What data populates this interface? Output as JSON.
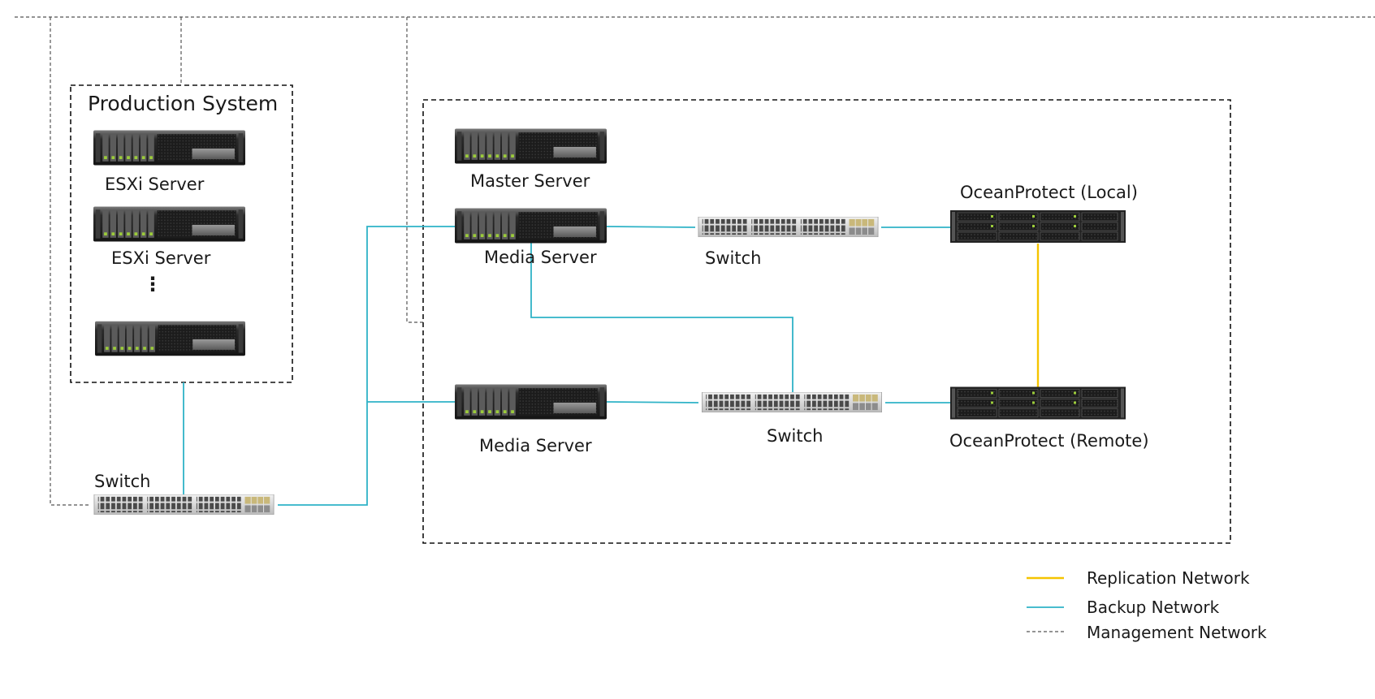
{
  "diagram": {
    "production_group": {
      "title": "Production System",
      "servers": [
        {
          "label": "ESXi Server"
        },
        {
          "label": "ESXi Server"
        },
        {
          "label": ""
        }
      ],
      "ellipsis": "⋮"
    },
    "backup_group": {
      "master_server": "Master  Server",
      "media_server_top": "Media Server",
      "media_server_bottom": "Media Server",
      "switch_top": "Switch",
      "switch_bottom": "Switch",
      "storage_local": "OceanProtect (Local)",
      "storage_remote": "OceanProtect (Remote)"
    },
    "production_switch": "Switch"
  },
  "legend": [
    {
      "label": "Replication Network",
      "color": "#f5c400",
      "style": "solid"
    },
    {
      "label": "Backup Network",
      "color": "#2fb3c7",
      "style": "solid"
    },
    {
      "label": "Management Network",
      "color": "#555555",
      "style": "dashed"
    }
  ],
  "colors": {
    "replication": "#f5c400",
    "backup": "#2fb3c7",
    "management": "#555555"
  }
}
